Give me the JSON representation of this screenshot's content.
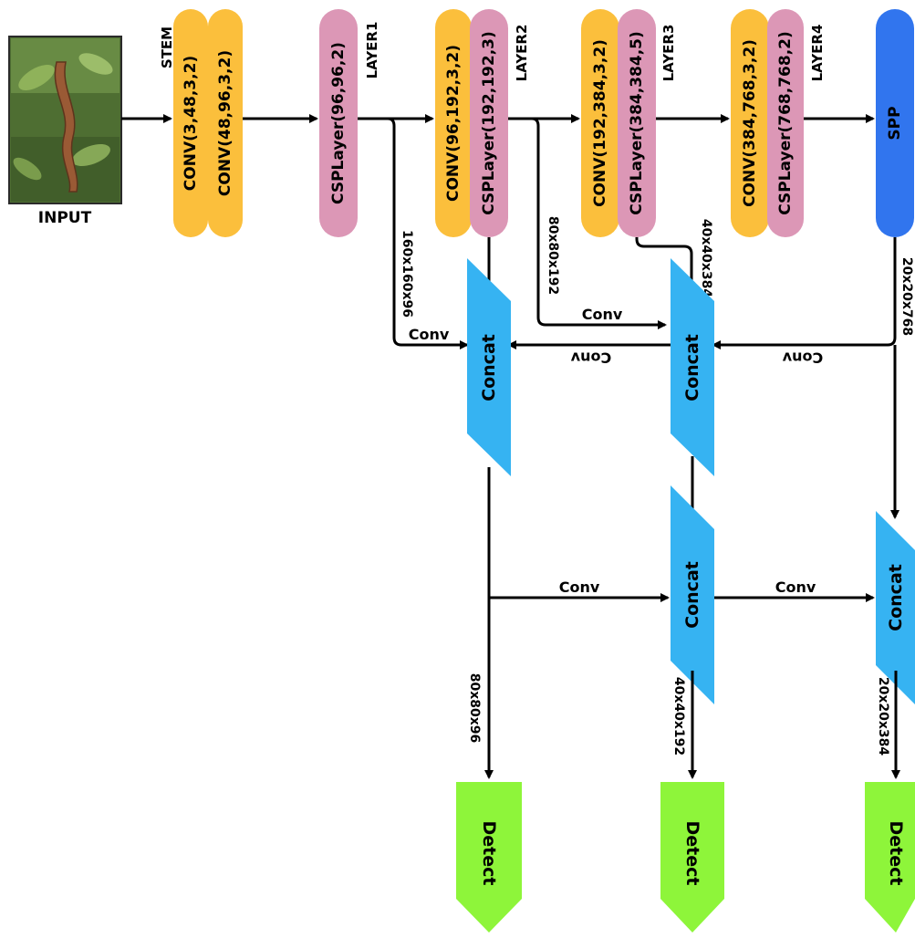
{
  "colors": {
    "conv": "#fbbf3c",
    "csp": "#dc97b6",
    "spp": "#3175ee",
    "concat": "#36b3f2",
    "detect": "#8ef53a",
    "line": "#000000"
  },
  "input": {
    "label": "INPUT",
    "image": "plant-pod-photo"
  },
  "stem": {
    "title": "STEM",
    "blocks": [
      "CONV(3,48,3,2)",
      "CONV(48,96,3,2)"
    ]
  },
  "layer1": {
    "title": "LAYER1",
    "blocks": [
      "CSPLayer(96,96,2)"
    ]
  },
  "layer2": {
    "title": "LAYER2",
    "blocks": [
      "CONV(96,192,3,2)",
      "CSPLayer(192,192,3)"
    ]
  },
  "layer3": {
    "title": "LAYER3",
    "blocks": [
      "CONV(192,384,3,2)",
      "CSPLayer(384,384,5)"
    ]
  },
  "layer4": {
    "title": "LAYER4",
    "blocks": [
      "CONV(384,768,3,2)",
      "CSPLayer(768,768,2)"
    ]
  },
  "spp": {
    "label": "SPP"
  },
  "dims": {
    "layer1_out": "160x160x96",
    "layer2_out": "80x80x192",
    "layer3_out": "40x40x384",
    "spp_out": "20x20x768",
    "out_small": "80x80x96",
    "out_medium": "40x40x192",
    "out_large": "20x20x384"
  },
  "edge_labels": {
    "conv_layer1": "Conv",
    "conv_layer2": "Conv",
    "conv_top_left": "Conv",
    "conv_top_right": "Conv",
    "conv_bottom_left": "Conv",
    "conv_bottom_right": "Conv"
  },
  "concat_label": "Concat",
  "detect_label": "Detect"
}
